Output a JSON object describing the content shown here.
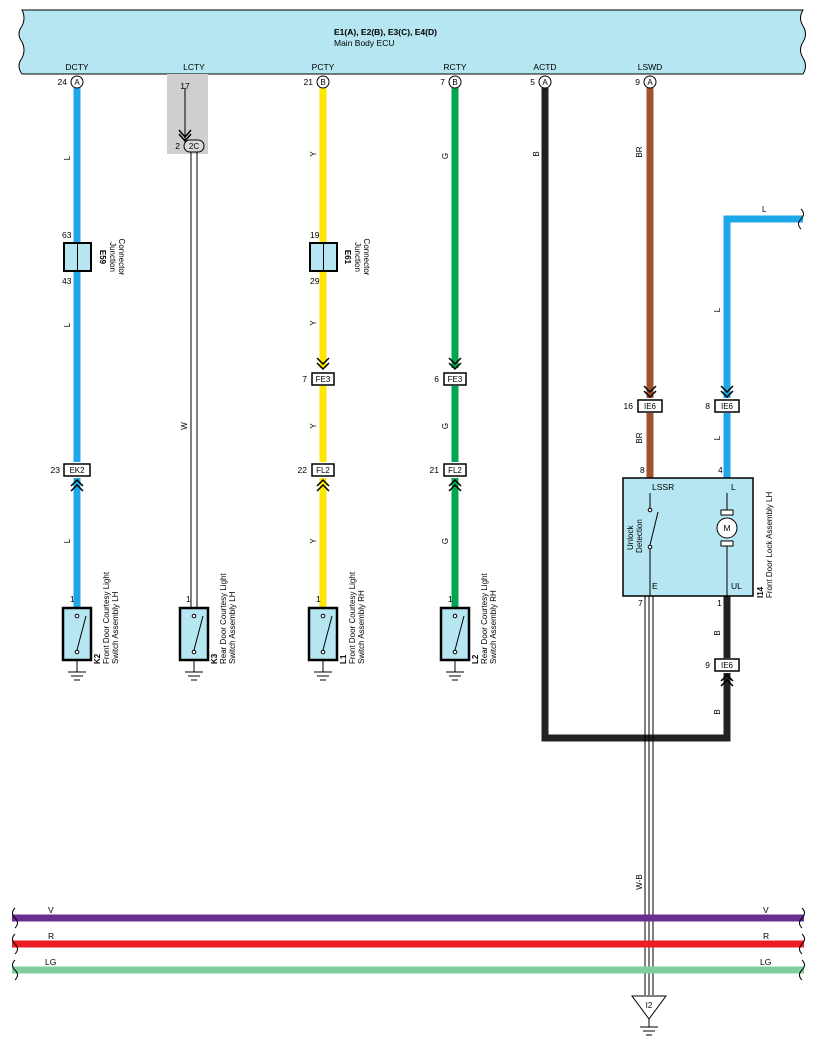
{
  "ecu": {
    "title": "E1(A), E2(B), E3(C), E4(D)",
    "subtitle": "Main Body ECU",
    "terminals": [
      {
        "name": "DCTY",
        "pin": "24",
        "conn": "A"
      },
      {
        "name": "LCTY",
        "pin": "17",
        "conn": ""
      },
      {
        "name": "PCTY",
        "pin": "21",
        "conn": "B"
      },
      {
        "name": "RCTY",
        "pin": "7",
        "conn": "B"
      },
      {
        "name": "ACTD",
        "pin": "5",
        "conn": "A"
      },
      {
        "name": "LSWD",
        "pin": "9",
        "conn": "A"
      }
    ]
  },
  "wire_colors": {
    "L": "#1ea7e8",
    "Y": "#ffe600",
    "G": "#00a651",
    "BR": "#a0522d",
    "B": "#222222",
    "V": "#6a2d91",
    "R": "#ed1c24",
    "LG": "#7fcc9c",
    "W": "#ffffff"
  },
  "wires": {
    "dcty": [
      "L",
      "L",
      "L"
    ],
    "lcty": "W",
    "pcty": [
      "Y",
      "Y",
      "Y",
      "Y"
    ],
    "rcty": [
      "G",
      "G",
      "G"
    ],
    "actd": "B",
    "lswd": [
      "BR",
      "BR"
    ],
    "lock_l": [
      "L",
      "L",
      "L"
    ],
    "lock_ul": [
      "B",
      "B"
    ],
    "ground": "W-B"
  },
  "junction_2c": {
    "pin": "2",
    "label": "2C"
  },
  "junctions": [
    {
      "id": "E59",
      "name": "Junction Connector",
      "name2": "Connector",
      "name1": "Junction",
      "pin_top": "63",
      "pin_bottom": "43"
    },
    {
      "id": "E61",
      "name1": "Junction",
      "name2": "Connector",
      "pin_top": "19",
      "pin_bottom": "29"
    }
  ],
  "inline_connectors": {
    "ek2": {
      "label": "EK2",
      "pin": "23"
    },
    "fe3_p": {
      "label": "FE3",
      "pin": "7"
    },
    "fl2_p": {
      "label": "FL2",
      "pin": "22"
    },
    "fe3_r": {
      "label": "FE3",
      "pin": "6"
    },
    "fl2_r": {
      "label": "FL2",
      "pin": "21"
    },
    "ie6_br": {
      "label": "IE6",
      "pin": "16"
    },
    "ie6_l": {
      "label": "IE6",
      "pin": "8"
    },
    "ie6_b": {
      "label": "IE6",
      "pin": "9"
    }
  },
  "switches": [
    {
      "id": "K2",
      "line1": "Front Door Courtesy Light",
      "line2": "Switch Assembly LH",
      "pin": "1"
    },
    {
      "id": "K3",
      "line1": "Rear Door Courtesy Light",
      "line2": "Switch Assembly LH",
      "pin": "1"
    },
    {
      "id": "L1",
      "line1": "Front Door Courtesy Light",
      "line2": "Switch Assembly RH",
      "pin": "1"
    },
    {
      "id": "L2",
      "line1": "Rear Door Courtesy Light",
      "line2": "Switch Assembly RH",
      "pin": "1"
    }
  ],
  "lock_assembly": {
    "id": "I14",
    "name": "Front Door Lock Assembly LH",
    "lssr": "LSSR",
    "l": "L",
    "e": "E",
    "ul": "UL",
    "detect1": "Unlock",
    "detect2": "Detection",
    "motor": "M",
    "pin_lssr": "8",
    "pin_l": "4",
    "pin_e": "7",
    "pin_ul": "1"
  },
  "bus": [
    {
      "label": "V"
    },
    {
      "label": "R"
    },
    {
      "label": "LG"
    }
  ],
  "ground_label": "I2"
}
